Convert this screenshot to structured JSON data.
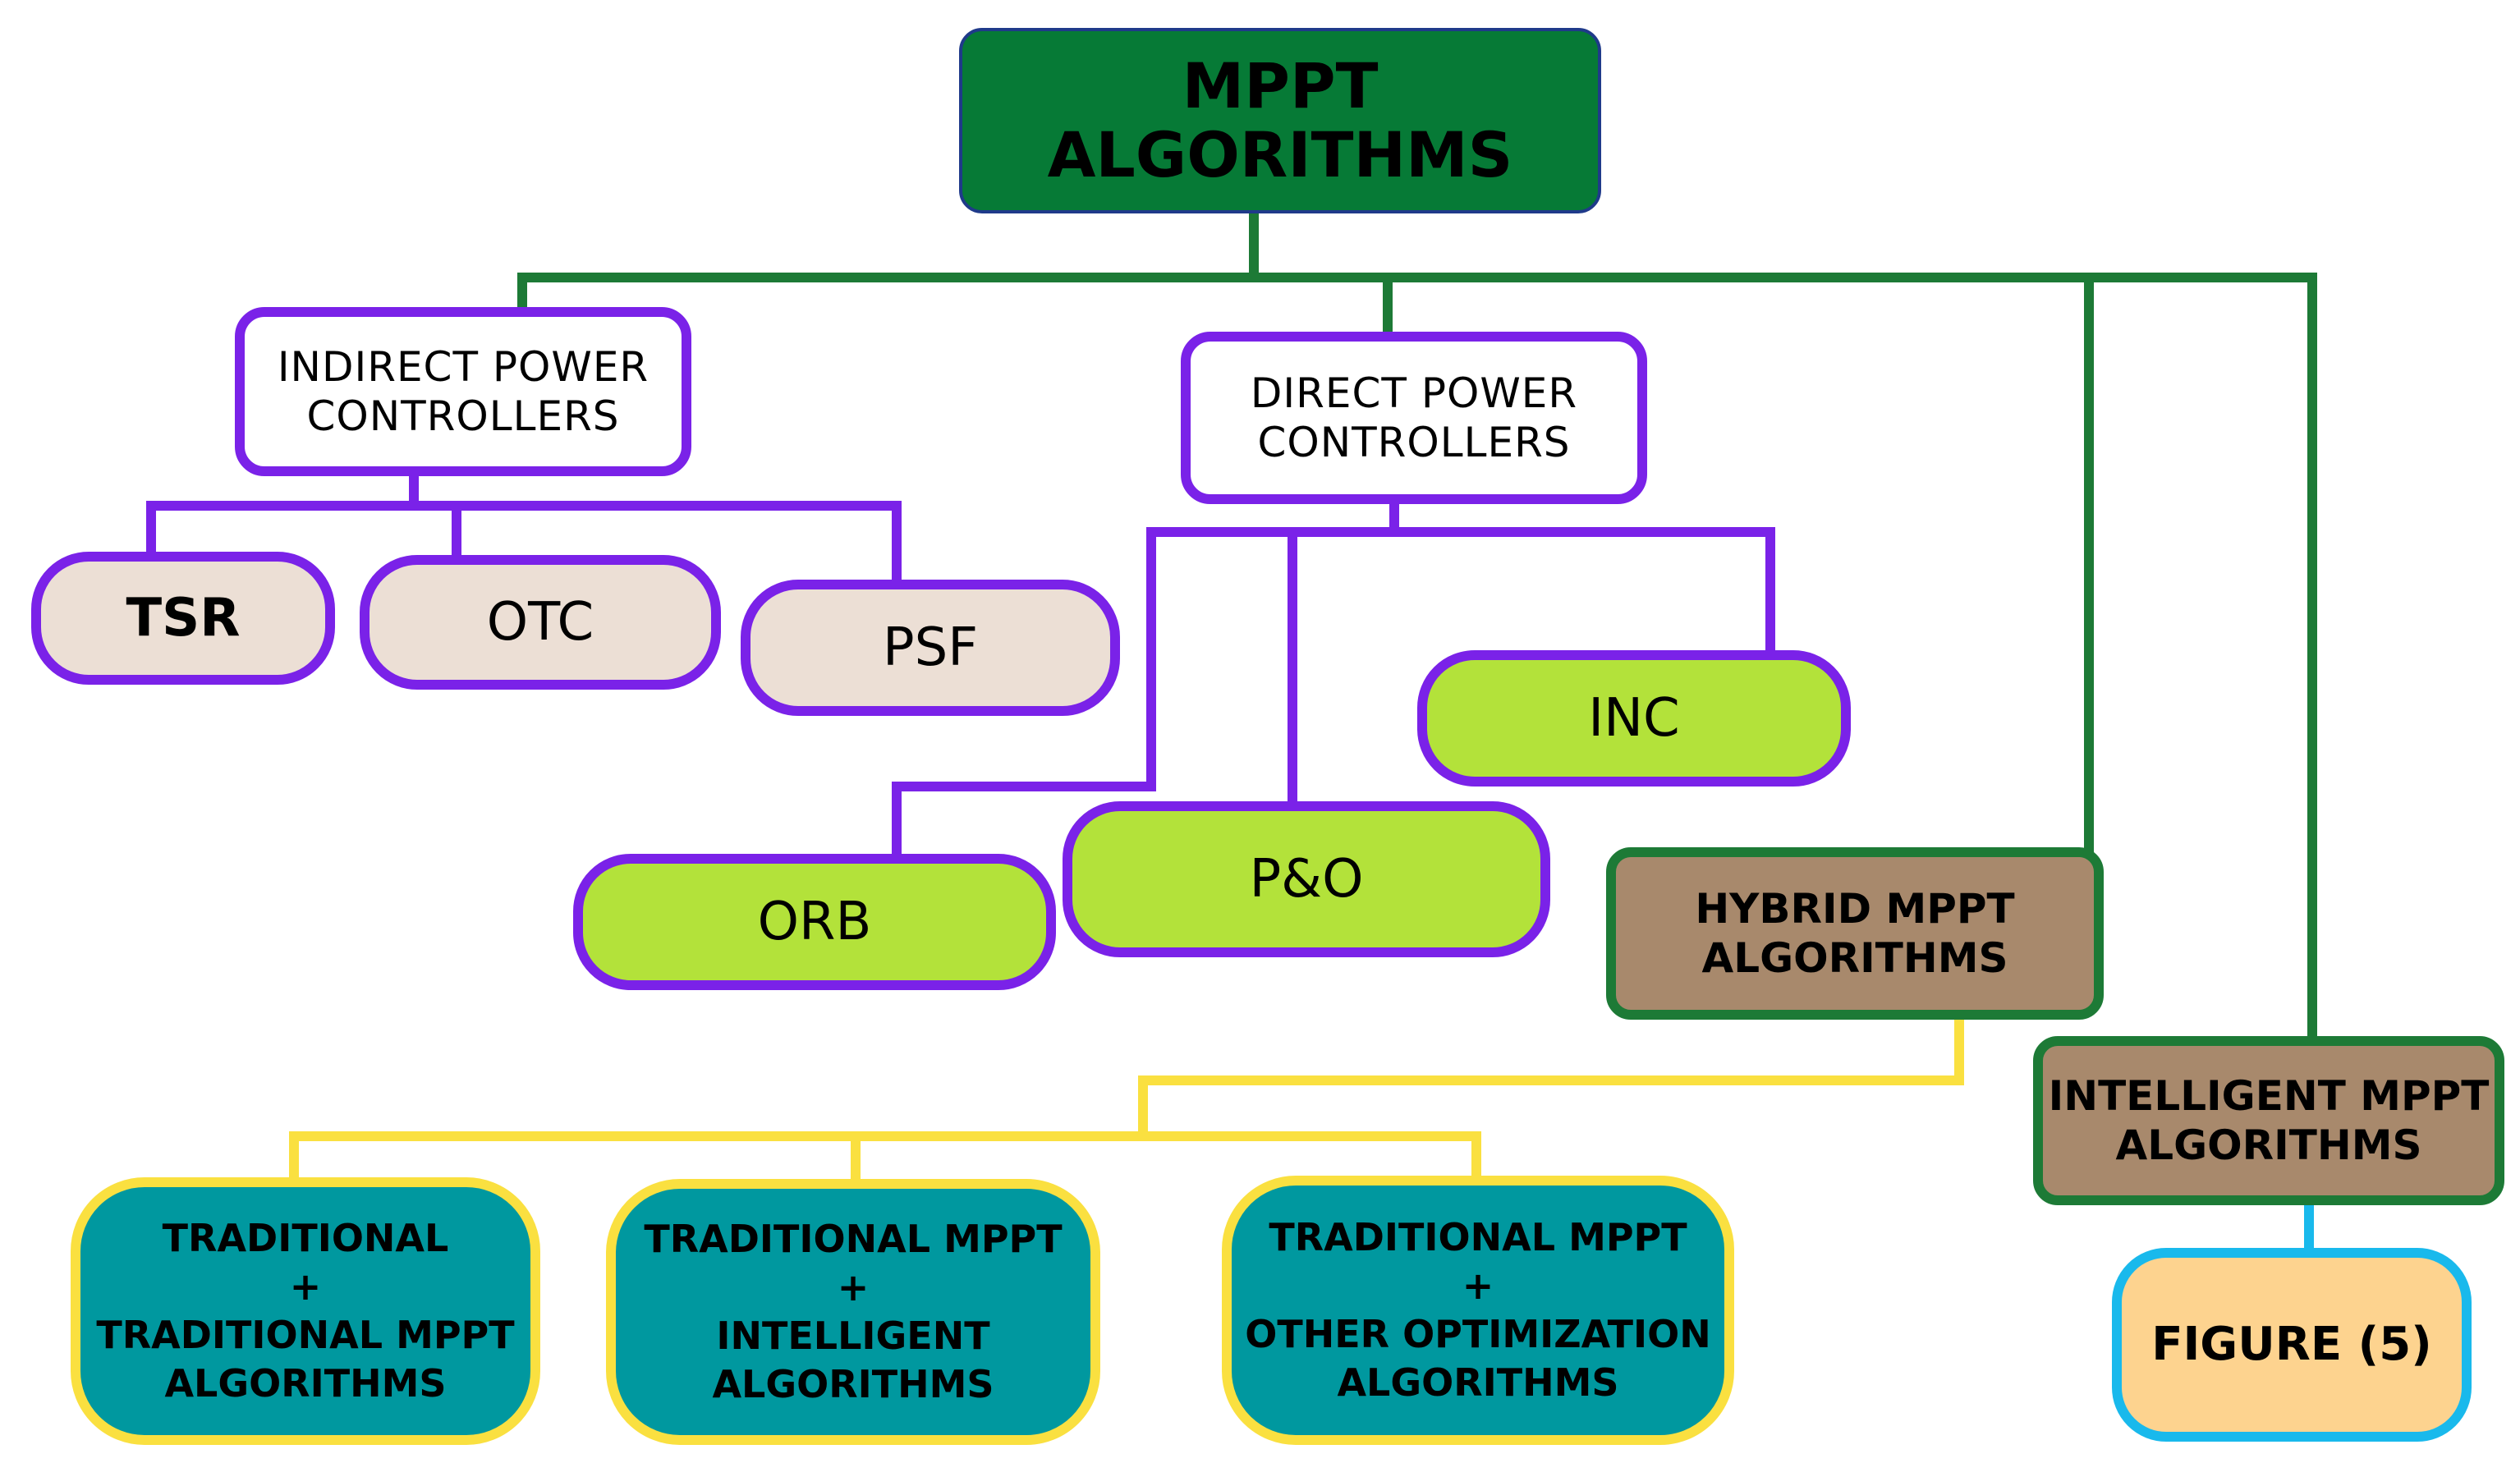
{
  "diagram": {
    "root": {
      "lines": [
        "MPPT",
        "ALGORITHMS"
      ]
    },
    "indirect": {
      "lines": [
        "INDIRECT POWER",
        "CONTROLLERS"
      ]
    },
    "direct": {
      "lines": [
        "DIRECT POWER",
        "CONTROLLERS"
      ]
    },
    "tsr": "TSR",
    "otc": "OTC",
    "psf": "PSF",
    "inc": "INC",
    "pando": "P&O",
    "orb": "ORB",
    "hybrid": {
      "lines": [
        "HYBRID MPPT",
        "ALGORITHMS"
      ]
    },
    "intelligent": {
      "lines": [
        "INTELLIGENT MPPT",
        "ALGORITHMS"
      ]
    },
    "figure": "FIGURE (5)",
    "hybrid_types": [
      {
        "lines": [
          "TRADITIONAL",
          "+",
          "TRADITIONAL MPPT",
          "ALGORITHMS"
        ]
      },
      {
        "lines": [
          "TRADITIONAL MPPT",
          "+",
          "INTELLIGENT",
          "ALGORITHMS"
        ]
      },
      {
        "lines": [
          "TRADITIONAL MPPT",
          "+",
          "OTHER OPTIMIZATION",
          "ALGORITHMS"
        ]
      }
    ]
  },
  "colors": {
    "root_fill": "#067a36",
    "green_line": "#1d7a36",
    "purple_line": "#7a22e8",
    "yellow_line": "#fae040",
    "blue_line": "#19b9ec",
    "beige_fill": "#ecdfd5",
    "lime_fill": "#b3e23a",
    "brown_fill": "#a8896c",
    "teal_fill": "#00989f",
    "figure_fill": "#fdd38f"
  }
}
